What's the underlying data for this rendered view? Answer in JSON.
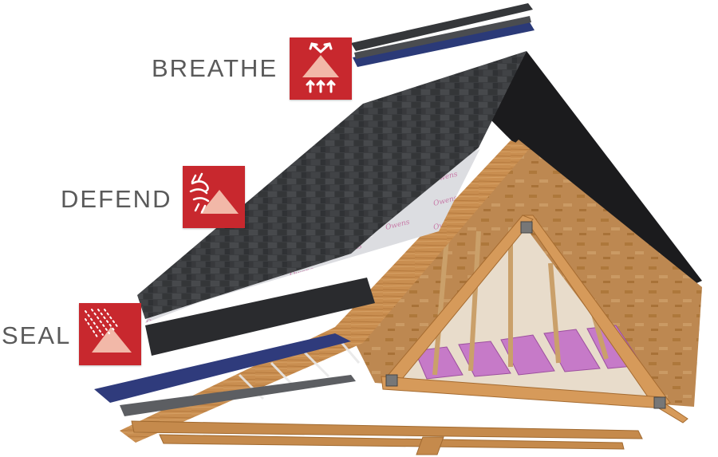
{
  "layers": [
    {
      "label": "BREATHE",
      "icon": "ventilation-icon"
    },
    {
      "label": "DEFEND",
      "icon": "wind-rain-icon"
    },
    {
      "label": "SEAL",
      "icon": "rain-seal-icon"
    }
  ],
  "colors": {
    "badge": "#c8282e",
    "badge_light": "#f2b8a8",
    "label_text": "#5a5a5a",
    "shingles": "#3d3f42",
    "wood": "#c48a4c",
    "insulation": "#c67ac8",
    "underlayment": "#dcdde0",
    "drip_edge": "#3a4a8a"
  }
}
